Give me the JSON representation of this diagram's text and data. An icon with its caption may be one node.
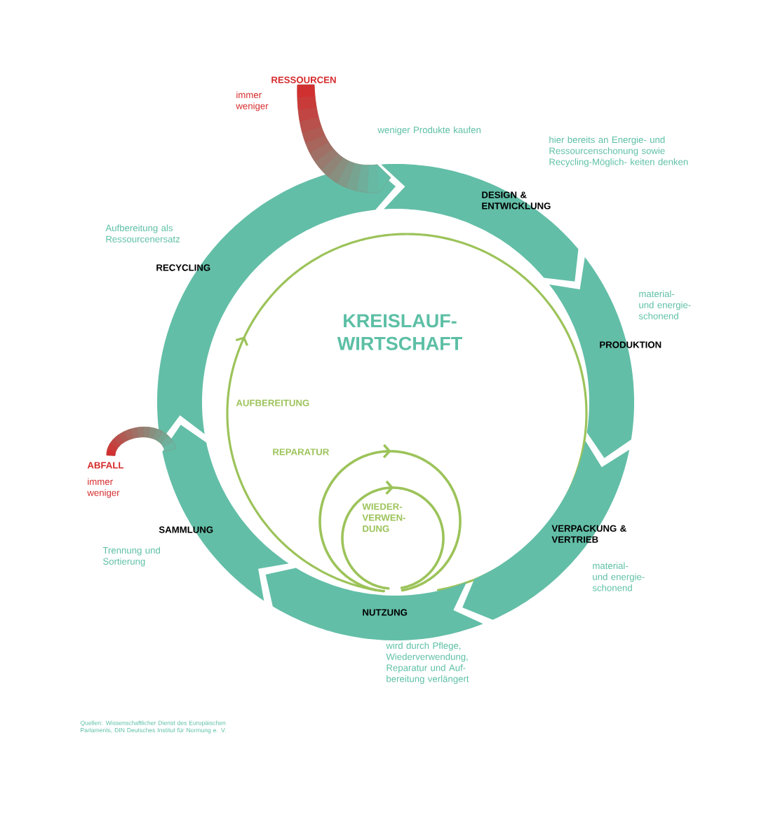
{
  "diagram": {
    "title": "KREISLAUF- WIRTSCHAFT",
    "caption": "Quellen: Wissenschaftlicher Dienst des Europäischen Parlaments, DIN Deutsches Institut für Normung e. V.",
    "nodes": [
      {
        "text": [
          "DESIGN & ENTWICKLUNG"
        ],
        "beside": [
          "hier bereits an Energie- und Ressourcenschonung sowie Recycling-Möglich- keiten denken"
        ]
      },
      {
        "text": [
          "PRODUKTION"
        ],
        "beside": [
          "material- und energie- schonend"
        ]
      },
      {
        "text": [
          "VERPACKUNG & VERTRIEB"
        ],
        "beside": [
          "material- und energie- schonend"
        ]
      },
      {
        "text": [
          "NUTZUNG"
        ],
        "beside": [
          "wird durch Pflege, Wiederverwendung, Reparatur und Auf- bereitung verlängert"
        ]
      },
      {
        "text": [
          "SAMMLUNG"
        ],
        "beside": [
          "Trennung und Sortierung"
        ]
      },
      {
        "text": [
          "RECYCLING"
        ],
        "beside": [
          "Aufbereitung als Ressourcenersatz"
        ]
      },
      {
        "text": [
          "RESSOURCEN"
        ],
        "beside": [
          "immer weniger"
        ]
      },
      {
        "text": [
          "ABFALL"
        ],
        "beside": [
          "immer weniger"
        ]
      }
    ],
    "edges": [
      {
        "from": 6,
        "to": 0,
        "arrow": "to"
      },
      {
        "from": 4,
        "to": 7,
        "arrow": "none"
      }
    ],
    "labels": [
      "weniger Produkte kaufen",
      "AUFBEREITUNG",
      "REPARATUR",
      "WIEDER- VERWEN- DUNG"
    ]
  }
}
